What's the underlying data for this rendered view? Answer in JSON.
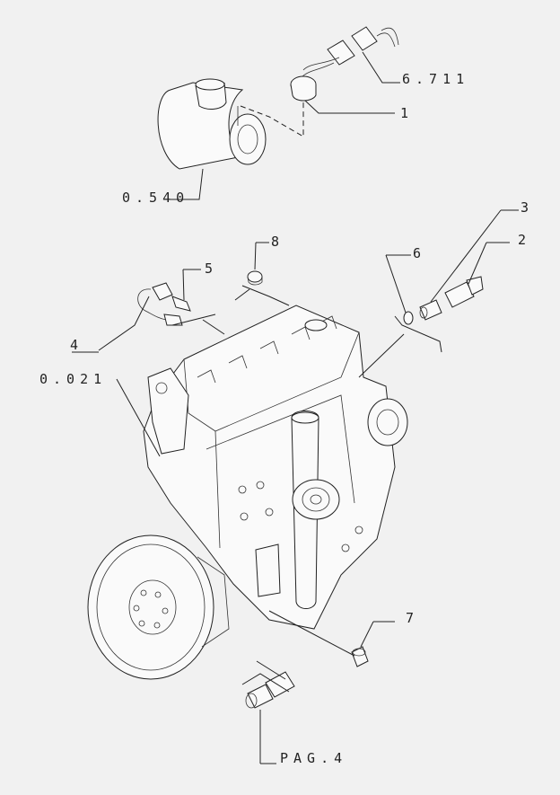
{
  "callouts": {
    "ref_6711": "6.711",
    "item_1": "1",
    "ref_0540": "0.540",
    "item_3": "3",
    "item_2": "2",
    "item_8": "8",
    "item_6": "6",
    "item_5": "5",
    "item_4": "4",
    "ref_0021": "0.021",
    "item_7": "7",
    "ref_pag4": "PAG.4"
  },
  "colors": {
    "ink": "#222222",
    "paper": "#f1f1f1"
  }
}
